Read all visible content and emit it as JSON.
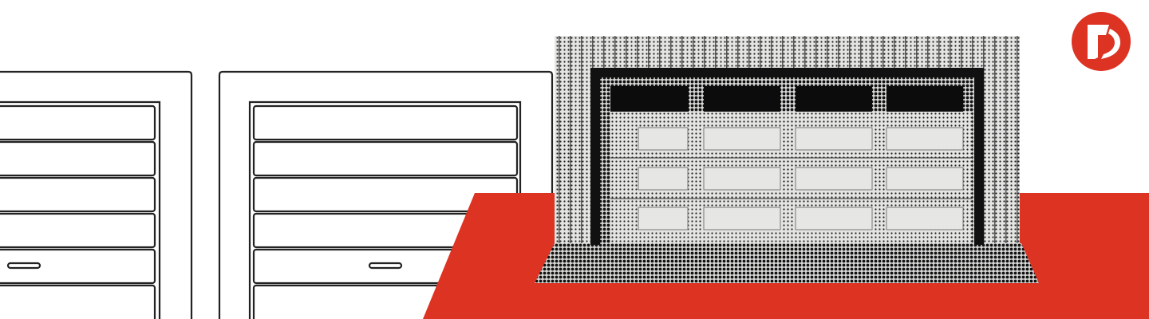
{
  "colors": {
    "accent": "#dc3323",
    "ink": "#111111",
    "paper": "#ffffff",
    "halftone_light": "#e4e4e2"
  },
  "logo": {
    "letter": "D",
    "icon": "brand-logo-icon"
  },
  "illustration": {
    "subject": "garage-doors",
    "line_doors": 2,
    "halftone_door_window_count": 4,
    "halftone_door_panel_rows": 3
  }
}
